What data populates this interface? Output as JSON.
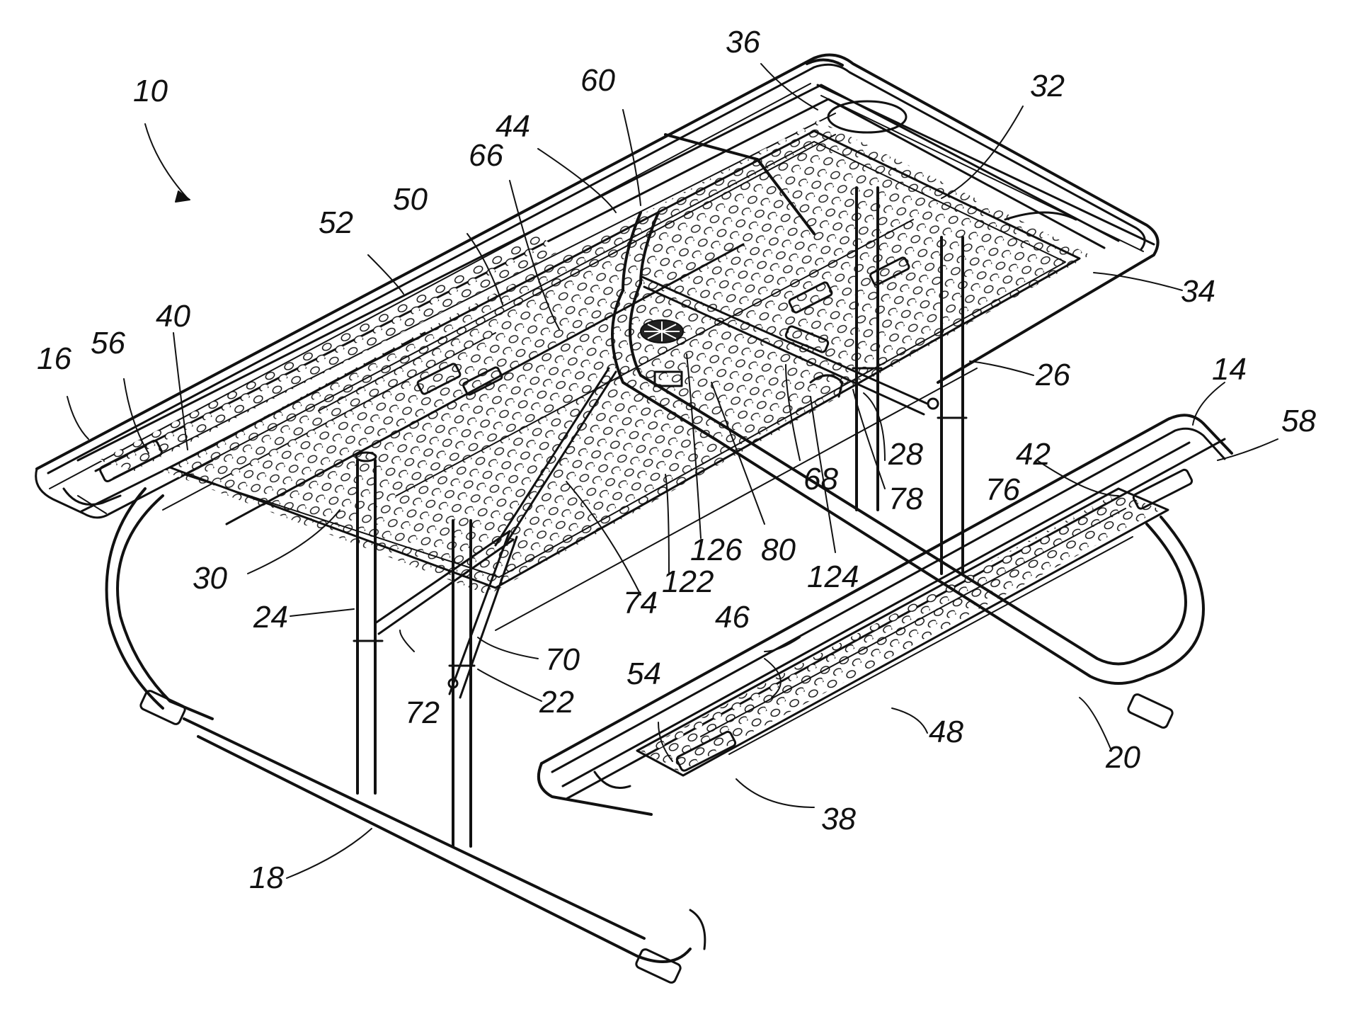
{
  "figure": {
    "reference_numerals": [
      "10",
      "16",
      "56",
      "40",
      "52",
      "50",
      "66",
      "44",
      "60",
      "36",
      "32",
      "34",
      "26",
      "14",
      "58",
      "42",
      "28",
      "76",
      "78",
      "68",
      "124",
      "80",
      "126",
      "122",
      "74",
      "30",
      "24",
      "72",
      "70",
      "22",
      "46",
      "54",
      "48",
      "20",
      "38",
      "18"
    ]
  }
}
